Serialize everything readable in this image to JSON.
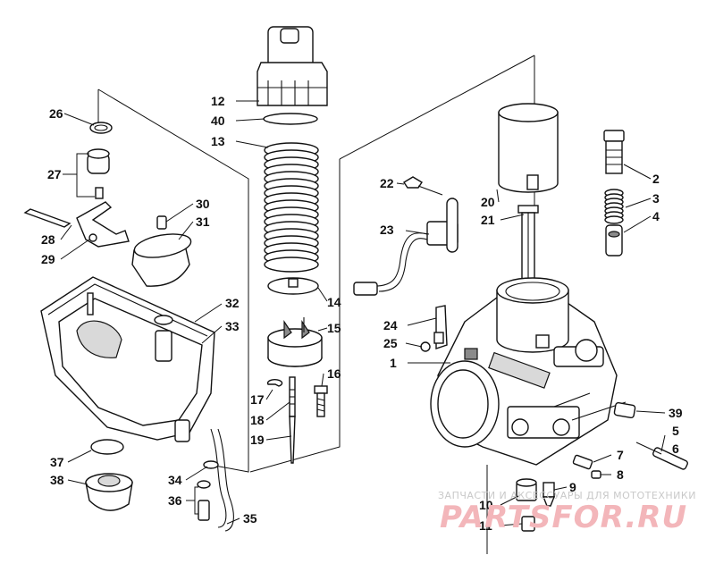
{
  "diagram": {
    "callouts": [
      "1",
      "2",
      "3",
      "4",
      "5",
      "6",
      "7",
      "8",
      "9",
      "10",
      "11",
      "12",
      "13",
      "14",
      "15",
      "16",
      "17",
      "18",
      "19",
      "20",
      "21",
      "22",
      "23",
      "24",
      "25",
      "26",
      "27",
      "28",
      "29",
      "30",
      "31",
      "32",
      "33",
      "34",
      "35",
      "36",
      "37",
      "38",
      "39",
      "40"
    ]
  },
  "watermark": {
    "subtitle": "ЗАПЧАСТИ И АКСЕССУАРЫ ДЛЯ МОТОТЕХНИКИ",
    "brand": "PARTSFOR.RU"
  }
}
